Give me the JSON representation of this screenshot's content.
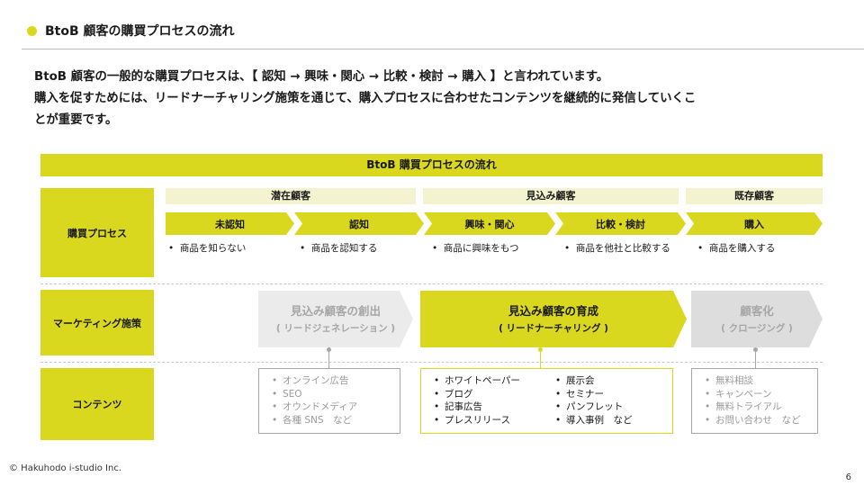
{
  "title": "BtoB 顧客の購買プロセスの流れ",
  "intro": {
    "line1": "BtoB 顧客の一般的な購買プロセスは、【 認知 → 興味・関心 → 比較・検討 → 購入 】と言われています。",
    "line2": "購入を促すためには、リードナーチャリング施策を通じて、購入プロセスに合わせたコンテンツを継続的に発信していくこ",
    "line3": "とが重要です。"
  },
  "banner": "BtoB 購買プロセスの流れ",
  "row_labels": {
    "purchase": "購買プロセス",
    "marketing": "マーケティング施策",
    "contents": "コンテンツ"
  },
  "stages": [
    "潜在顧客",
    "見込み顧客",
    "既存顧客"
  ],
  "steps": [
    "未認知",
    "認知",
    "興味・関心",
    "比較・検討",
    "購入"
  ],
  "step_notes": [
    "商品を知らない",
    "商品を認知する",
    "商品に興味をもつ",
    "商品を他社と比較する",
    "商品を購入する"
  ],
  "marketing": [
    {
      "title": "見込み顧客の創出",
      "sub": "( リードジェネレーション )"
    },
    {
      "title": "見込み顧客の育成",
      "sub": "( リードナーチャリング )"
    },
    {
      "title": "顧客化",
      "sub": "( クロージング )"
    }
  ],
  "contents": {
    "generation": [
      "オンライン広告",
      "SEO",
      "オウンドメディア",
      "各種 SNS　など"
    ],
    "nurturing_left": [
      "ホワイトペーパー",
      "ブログ",
      "記事広告",
      "プレスリリース"
    ],
    "nurturing_right": [
      "展示会",
      "セミナー",
      "パンフレット",
      "導入事例　など"
    ],
    "closing": [
      "無料相談",
      "キャンペーン",
      "無料トライアル",
      "お問い合わせ　など"
    ]
  },
  "footer": "© Hakuhodo i-studio Inc.",
  "page_number": "6",
  "colors": {
    "accent": "#d9d81f",
    "stage_bg": "#f3f3d0",
    "muted": "#ebebeb"
  }
}
